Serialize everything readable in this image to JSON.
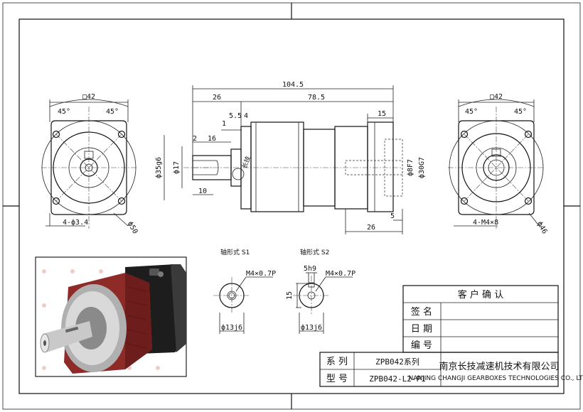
{
  "left_view": {
    "square": "□42",
    "angle_a": "45°",
    "angle_b": "45°",
    "holes": "4-ф3.4",
    "pcd": "ф50"
  },
  "side_view": {
    "overall": "104.5",
    "shaft_len": "26",
    "body_len": "78.5",
    "d1": "1",
    "d2": "5.5",
    "d3": "4",
    "d4": "15",
    "d5": "2",
    "d6": "16",
    "d7": "10",
    "pilot": "ф35g6",
    "shaft": "ф17",
    "bore": "ф8F7",
    "bore2": "ф30G7",
    "d8": "5",
    "d9": "26"
  },
  "right_view": {
    "square": "□42",
    "angle_a": "45°",
    "angle_b": "45°",
    "holes": "4-M4×8",
    "pcd": "ф46"
  },
  "shaft_s1": {
    "title": "轴形式 S1",
    "thread": "M4×0.7P",
    "dia": "ф13j6"
  },
  "shaft_s2": {
    "title": "轴形式 S2",
    "key": "5h9",
    "thread": "M4×0.7P",
    "height": "15",
    "dia": "ф13j6"
  },
  "title_block": {
    "confirm": "客 户 确 认",
    "sign": "签 名",
    "date": "日 期",
    "number": "编 号",
    "series_label": "系 列",
    "series_value": "ZPB042系列",
    "model_label": "型 号",
    "model_value": "ZPB042-L2-P1",
    "company_cn": "南京长技减速机技术有限公司",
    "company_en": "NANJING CHANGJI GEARBOXES TECHNOLOGIES CO., LTD."
  },
  "colors": {
    "body_red": "#8e2a28",
    "dark": "#1d1d1d"
  }
}
